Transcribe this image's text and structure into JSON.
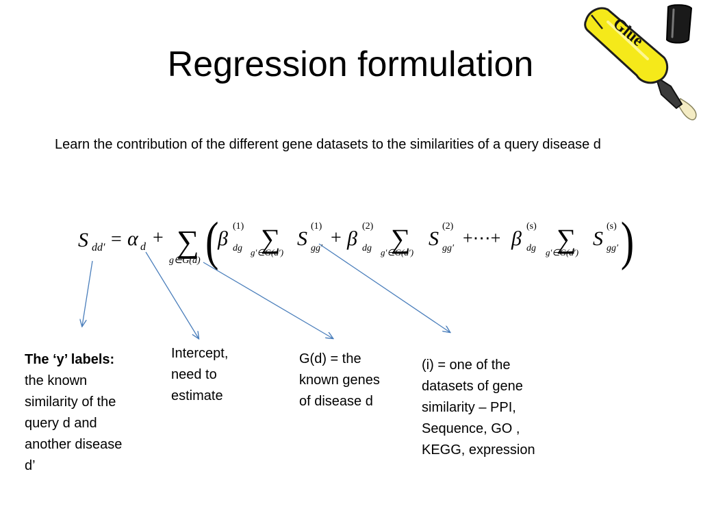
{
  "slide": {
    "title": "Regression formulation",
    "subtitle": "Learn the contribution of the different gene datasets to the similarities of a query disease d"
  },
  "formula": {
    "S": "S",
    "dd": "dd′",
    "eq": "=",
    "alpha": "α",
    "d": "d",
    "plus": "+",
    "sum": "∑",
    "outer_sub": "g∈G(d)",
    "inner_sub": "g′∈G(d′)",
    "beta": "β",
    "dg": "dg",
    "gg": "gg′",
    "sup1": "(1)",
    "sup2": "(2)",
    "sups": "(s)",
    "dots": "+⋯+",
    "lparen": "(",
    "rparen": ")"
  },
  "annotations": {
    "y_labels_heading": "The ‘y’ labels:",
    "y_labels_lines": [
      "the known",
      "similarity of the",
      "query d and",
      "another disease",
      "d’"
    ],
    "intercept_lines": [
      "Intercept,",
      "need to",
      "estimate"
    ],
    "gd_lines": [
      "G(d) = the",
      "known genes",
      "of disease d"
    ],
    "dataset_lines": [
      "(i) = one of the",
      "datasets of gene",
      "similarity –  PPI,",
      "Sequence, GO ,",
      "KEGG, expression"
    ]
  },
  "logo": {
    "text": "Glue",
    "tube_color": "#f5e91a",
    "cap_color": "#1a1a1a"
  },
  "colors": {
    "arrow": "#4a7ebb",
    "text": "#000000"
  }
}
